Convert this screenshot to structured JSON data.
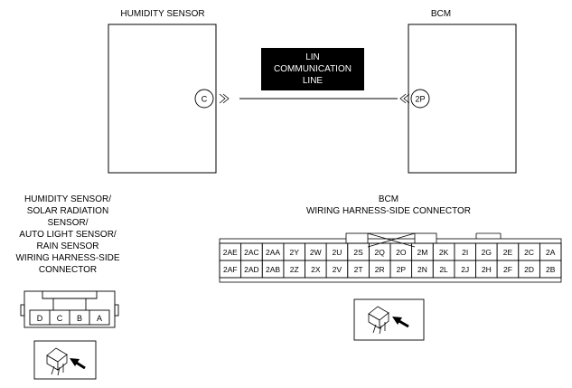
{
  "schematic": {
    "left_module": {
      "title": "HUMIDITY SENSOR",
      "terminal": "C"
    },
    "right_module": {
      "title": "BCM",
      "terminal": "2P"
    },
    "line_label": [
      "LIN",
      "COMMUNICATION",
      "LINE"
    ]
  },
  "sensor_connector": {
    "title_lines": [
      "HUMIDITY SENSOR/",
      "SOLAR RADIATION",
      "SENSOR/",
      "AUTO LIGHT SENSOR/",
      "RAIN SENSOR",
      "WIRING HARNESS-SIDE",
      "CONNECTOR"
    ],
    "pins": [
      "D",
      "C",
      "B",
      "A"
    ]
  },
  "bcm_connector": {
    "title_lines": [
      "BCM",
      "WIRING HARNESS-SIDE CONNECTOR"
    ],
    "top_row": [
      "2AE",
      "2AC",
      "2AA",
      "2Y",
      "2W",
      "2U",
      "2S",
      "2Q",
      "2O",
      "2M",
      "2K",
      "2I",
      "2G",
      "2E",
      "2C",
      "2A"
    ],
    "bottom_row": [
      "2AF",
      "2AD",
      "2AB",
      "2Z",
      "2X",
      "2V",
      "2T",
      "2R",
      "2P",
      "2N",
      "2L",
      "2J",
      "2H",
      "2F",
      "2D",
      "2B"
    ]
  }
}
